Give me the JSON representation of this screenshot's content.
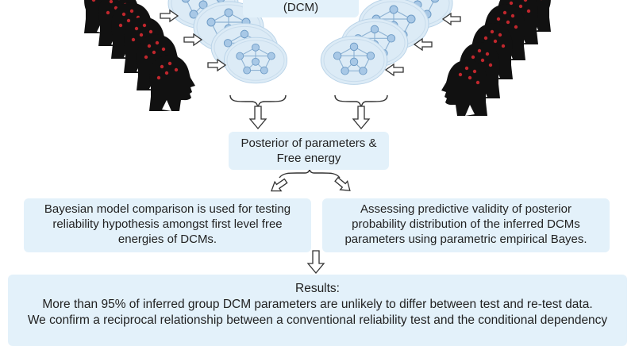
{
  "dcm_box": {
    "text": "(DCM)"
  },
  "posterior_box": {
    "line1": "Posterior of parameters &",
    "line2": "Free energy"
  },
  "bmc_box": {
    "line1": "Bayesian model comparison is used for testing",
    "line2": "reliability hypothesis amongst first level free",
    "line3": "energies of DCMs."
  },
  "ppv_box": {
    "line1": "Assessing predictive validity of posterior",
    "line2": "probability distribution of the inferred DCMs",
    "line3": "parameters using parametric empirical Bayes."
  },
  "results_box": {
    "title": "Results:",
    "line1": "More than 95% of inferred group DCM  parameters are unlikely to differ between test and re-test data.",
    "line2": "We confirm a reciprocal relationship between a conventional reliability test and the conditional dependency"
  },
  "colors": {
    "box_fill": "#e3f1fa",
    "head": "#111111",
    "dot": "#c0272d",
    "network_fill": "#dcebf6",
    "node": "#a8c8e6"
  },
  "icons": [
    "head-silhouette-icon",
    "brain-network-icon",
    "hollow-arrow-icon",
    "brace-icon"
  ]
}
